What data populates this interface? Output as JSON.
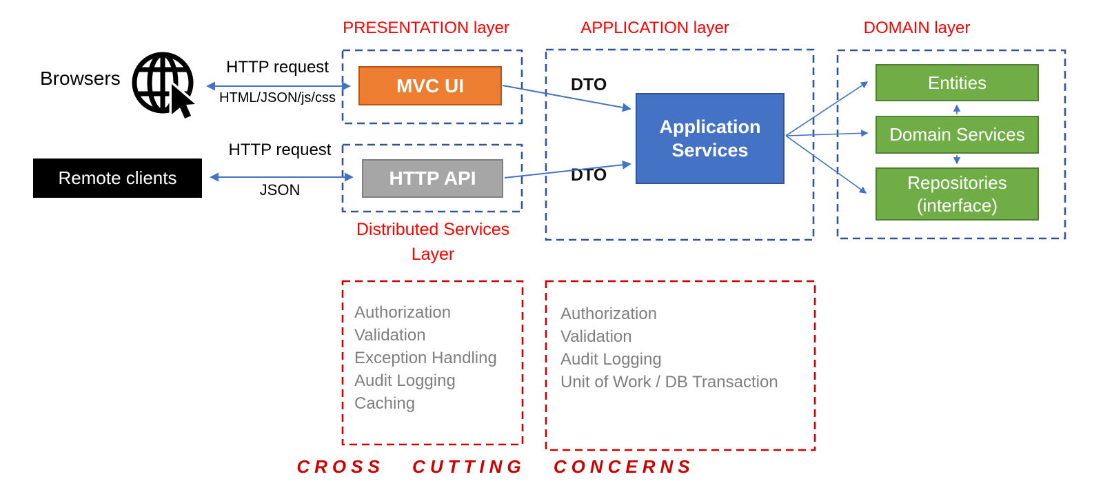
{
  "titles": {
    "presentation": "PRESENTATION layer",
    "application": "APPLICATION layer",
    "domain": "DOMAIN layer",
    "distributed_line1": "Distributed Services",
    "distributed_line2": "Layer",
    "footer": "CROSS CUTTING CONCERNS"
  },
  "clients": {
    "browsers_label": "Browsers",
    "remote_clients_label": "Remote clients",
    "globe_icon": "globe-with-cursor-icon"
  },
  "connections": {
    "browser_arrow_top": "HTTP request",
    "browser_arrow_bottom": "HTML/JSON/js/css",
    "remote_arrow_top": "HTTP request",
    "remote_arrow_bottom": "JSON",
    "dto_top": "DTO",
    "dto_bottom": "DTO"
  },
  "boxes": {
    "mvc_ui": "MVC UI",
    "http_api": "HTTP API",
    "app_services_line1": "Application",
    "app_services_line2": "Services",
    "entities": "Entities",
    "domain_services": "Domain Services",
    "repositories_line1": "Repositories",
    "repositories_line2": "(interface)"
  },
  "concerns": {
    "presentation_box": [
      "Authorization",
      "Validation",
      "Exception Handling",
      "Audit Logging",
      "Caching"
    ],
    "application_box": [
      "Authorization",
      "Validation",
      "Audit Logging",
      "Unit of Work / DB Transaction"
    ]
  },
  "colors": {
    "title_red": "#FF0000",
    "dash_red": "#CC0000",
    "dash_blue": "#2F5597",
    "arrow_blue": "#4472C4",
    "orange_fill": "#ED7D31",
    "gray_fill": "#A6A6A6",
    "blue_fill": "#4472C4",
    "green_fill": "#70AD47",
    "concern_text_gray": "#7F7F7F"
  }
}
